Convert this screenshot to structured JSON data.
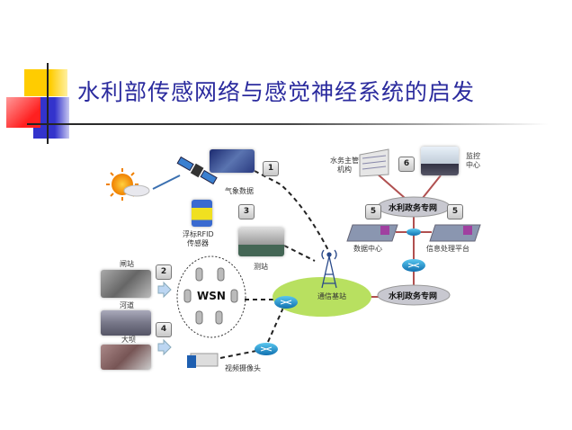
{
  "title": "水利部传感网络与感觉神经系统的启发",
  "diagram": {
    "badges": [
      "1",
      "2",
      "3",
      "4",
      "5",
      "5",
      "6"
    ],
    "labels": {
      "weather_data": "气象数据",
      "rfid_line1": "浮标RFID",
      "rfid_line2": "传感器",
      "station": "测站",
      "gate_station": "闸站",
      "river": "河道",
      "dam": "大坝",
      "wsn": "WSN",
      "camera": "视频摄像头",
      "base_station": "通信基站",
      "water_authority_line1": "水务主管",
      "water_authority_line2": "机构",
      "monitor_line1": "监控",
      "monitor_line2": "中心",
      "gov_network_top": "水利政务专网",
      "gov_network_bottom": "水利政务专网",
      "data_center": "数据中心",
      "info_platform": "信息处理平台"
    }
  },
  "colors": {
    "title": "#2b2b9e",
    "link": "#b05050",
    "ellipse": "#b8e060"
  }
}
